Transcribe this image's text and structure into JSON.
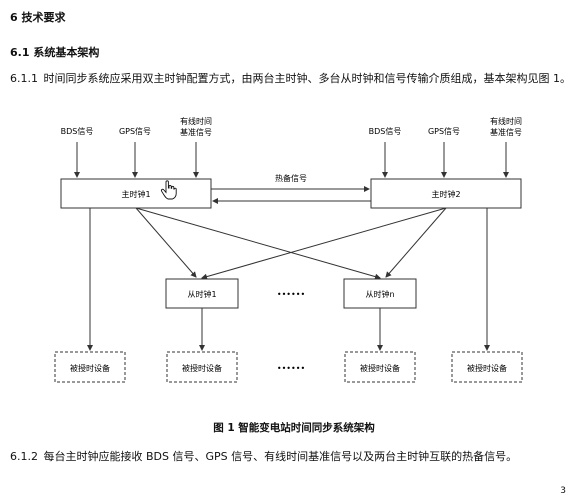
{
  "section": {
    "heading": "6   技术要求",
    "subheading": "6.1   系统基本架构"
  },
  "paragraphs": [
    {
      "num": "6.1.1",
      "text": "时间同步系统应采用双主时钟配置方式，由两台主时钟、多台从时钟和信号传输介质组成，基本架构见图 1。"
    },
    {
      "num": "6.1.2",
      "text": "每台主时钟应能接收 BDS 信号、GPS 信号、有线时间基准信号以及两台主时钟互联的热备信号。"
    }
  ],
  "diagram": {
    "inputs_left": [
      "BDS信号",
      "GPS信号",
      "有线时间",
      "基准信号"
    ],
    "inputs_right": [
      "BDS信号",
      "GPS信号",
      "有线时间",
      "基准信号"
    ],
    "master1": "主时钟1",
    "master2": "主时钟2",
    "hot_standby": "热备信号",
    "slave1": "从时钟1",
    "slaven": "从时钟n",
    "dots": "••••••",
    "device": "被授时设备"
  },
  "caption": "图 1   智能变电站时间同步系统架构",
  "page_number": "3"
}
